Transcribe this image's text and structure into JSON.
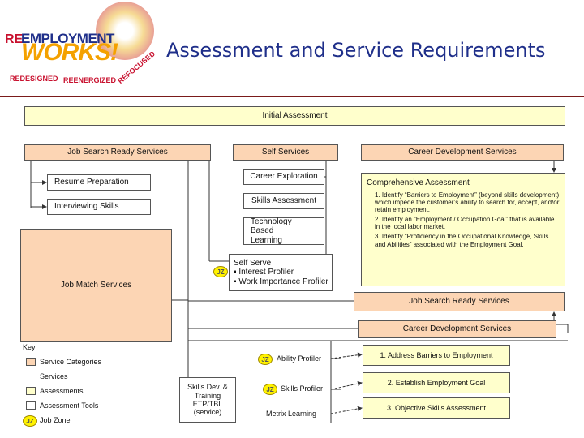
{
  "title": "Assessment and Service Requirements",
  "logo": {
    "re": "RE",
    "employment": "EMPLOYMENT",
    "works": "WORKS!",
    "redesigned": "REDESIGNED",
    "reenergized": "REENERGIZED",
    "refocused": "REFOCUSED"
  },
  "initial_assessment": "Initial Assessment",
  "job_search_ready_services": "Job Search Ready Services",
  "self_services": "Self Services",
  "career_development_services": "Career Development Services",
  "resume_preparation": "Resume Preparation",
  "interviewing_skills": "Interviewing Skills",
  "career_exploration": "Career Exploration",
  "skills_assessment": "Skills Assessment",
  "technology_based_learning": "Technology Based Learning",
  "self_serve": {
    "title": "Self Serve",
    "items": [
      "▪  Interest Profiler",
      "▪  Work Importance Profiler"
    ]
  },
  "jz_label": "JZ",
  "job_match_services": "Job Match Services",
  "comprehensive_assessment": {
    "title": "Comprehensive Assessment",
    "items": [
      "1. Identify “Barriers to Employment” (beyond skills development) which impede the customer’s ability to search for, accept, and/or retain employment.",
      "2. Identify an “Employment / Occupation Goal” that is available in the local labor market.",
      "3. Identify “Proficiency in the Occupational Knowledge, Skills and Abilities” associated with the Employment Goal."
    ]
  },
  "job_search_ready_services_bottom": "Job Search Ready Services",
  "career_development_services_bottom": "Career Development Services",
  "key": {
    "title": "Key",
    "service_categories": "Service Categories",
    "services": "Services",
    "assessments": "Assessments",
    "assessment_tools": "Assessment Tools",
    "job_zone": "Job Zone"
  },
  "ability_profiler": "Ability Profiler",
  "skills_profiler": "Skills Profiler",
  "metrix_learning": "Metrix Learning",
  "skills_dev": "Skills Dev. & Training ETP/TBL (service)",
  "address_barriers": "1. Address Barriers to Employment",
  "establish_goal": "2. Establish Employment Goal",
  "objective_skills": "3. Objective Skills Assessment",
  "colors": {
    "yellow": "#ffffcc",
    "peach": "#fcd5b4",
    "title": "#1f2f8a",
    "jz": "#fff200"
  }
}
